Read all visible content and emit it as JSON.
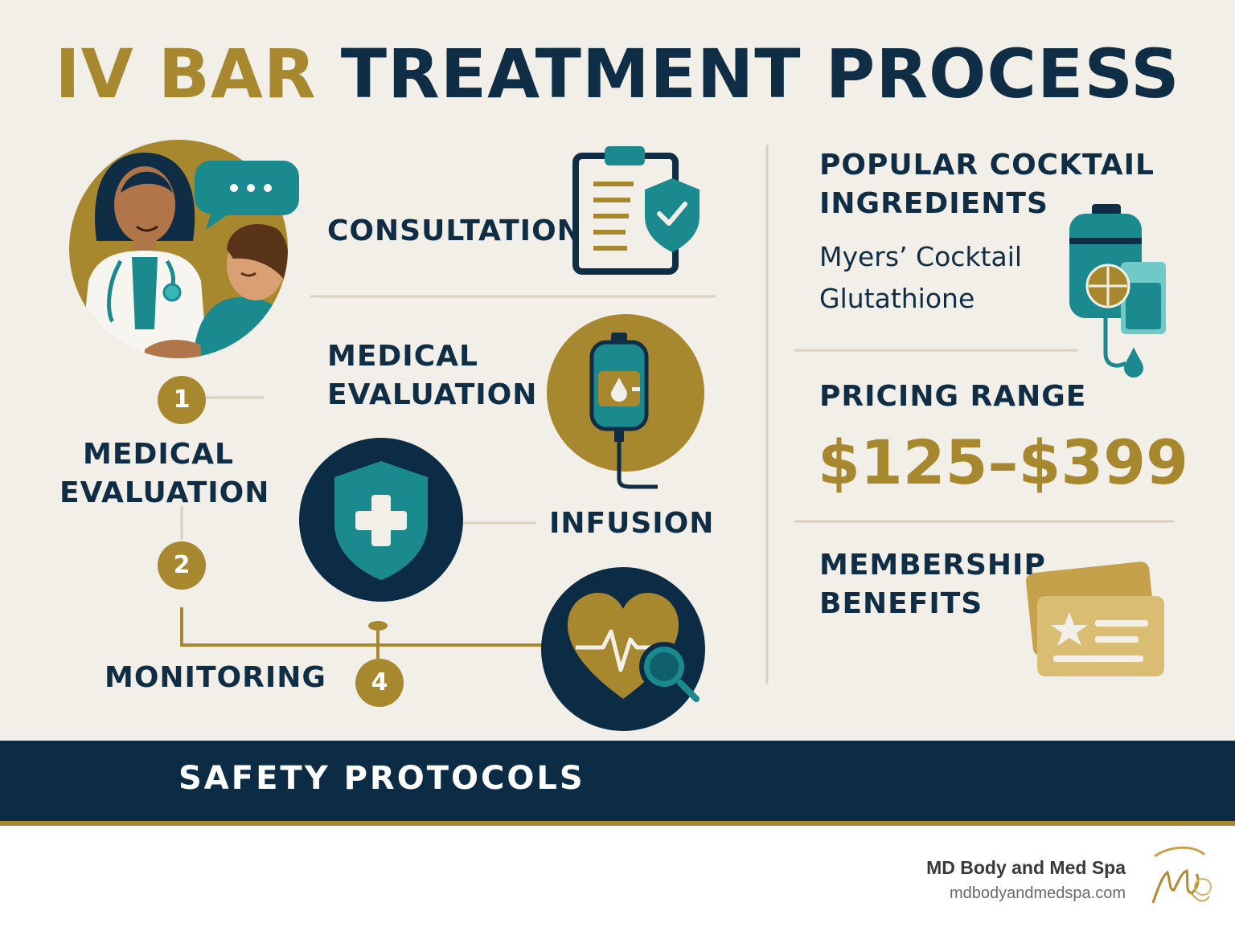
{
  "title": {
    "part1": "IV BAR",
    "part2": "TREATMENT PROCESS"
  },
  "steps": {
    "consultation": "CONSULTATION",
    "medical_evaluation_top": [
      "MEDICAL",
      "EVALUATION"
    ],
    "medical_evaluation_left": [
      "MEDICAL",
      "EVALUATION"
    ],
    "infusion": "INFUSION",
    "monitoring": "MONITORING"
  },
  "step_numbers": {
    "n1": "1",
    "n2": "2",
    "n4": "4"
  },
  "speech_bubble": "• • •",
  "right": {
    "ingredients_title": [
      "POPULAR COCKTAIL",
      "INGREDIENTS"
    ],
    "ingredients": [
      "Myers’ Cocktail",
      "Glutathione"
    ],
    "pricing_title": "PRICING RANGE",
    "price": "$125–$399",
    "membership_title": [
      "MEMBERSHIP",
      "BENEFITS"
    ]
  },
  "band": {
    "label": "SAFETY PROTOCOLS"
  },
  "footer": {
    "brand": "MD Body and Med Spa",
    "url": "mdbodyandmedspa.com"
  },
  "icons": [
    "doctor-patient-illustration",
    "speech-bubble-icon",
    "clipboard-icon",
    "shield-check-icon",
    "iv-bag-icon",
    "shield-plus-icon",
    "heart-monitor-icon",
    "magnifier-icon",
    "iv-drink-icon",
    "membership-card-icon",
    "brand-logo-icon"
  ],
  "colors": {
    "gold": "#a8882f",
    "navy": "#0f2d45",
    "teal": "#1a8a8e",
    "background": "#f2efe8",
    "band": "#0b2c44"
  }
}
